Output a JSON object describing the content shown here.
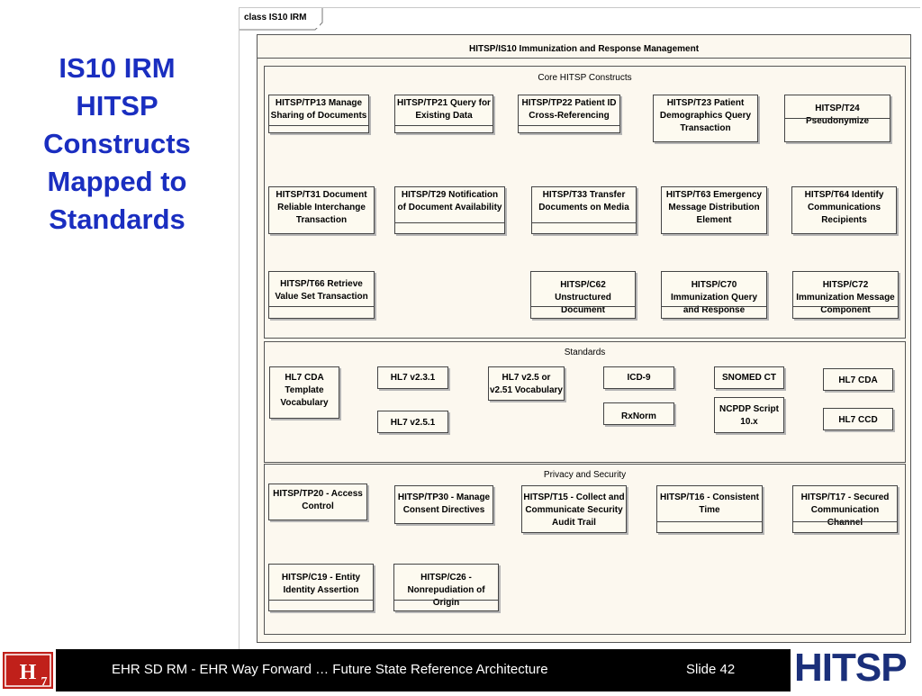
{
  "slide": {
    "title": "IS10 IRM\nHITSP\nConstructs\nMapped to\nStandards",
    "footer": "EHR SD RM - EHR Way Forward  … Future State Reference Architecture",
    "slide_number": "Slide 42",
    "hl7_logo_text": "HL7",
    "hitsp_logo_text": "HITSP"
  },
  "diagram": {
    "tab_label": "class IS10 IRM",
    "outer_title": "HITSP/IS10 Immunization and Response Management",
    "core_title": "Core HITSP Constructs",
    "standards_title": "Standards",
    "privacy_title": "Privacy and Security"
  },
  "classes": {
    "tp13": "HITSP/TP13 Manage Sharing of Documents",
    "tp21": "HITSP/TP21 Query for Existing Data",
    "tp22": "HITSP/TP22 Patient ID Cross-Referencing",
    "t23": "HITSP/T23 Patient Demographics Query Transaction",
    "t24": "HITSP/T24 Pseudonymize",
    "t31": "HITSP/T31 Document Reliable Interchange Transaction",
    "t29": "HITSP/T29 Notification of Document Availability",
    "t33": "HITSP/T33 Transfer Documents on Media",
    "t63": "HITSP/T63 Emergency Message Distribution Element",
    "t64": "HITSP/T64 Identify Communications Recipients",
    "t66": "HITSP/T66 Retrieve Value Set Transaction",
    "c62": "HITSP/C62 Unstructured Document",
    "c70": "HITSP/C70 Immunization Query and Response",
    "c72": "HITSP/C72 Immunization Message Component",
    "hl7_cda_template": "HL7 CDA Template Vocabulary",
    "hl7_v231": "HL7 v2.3.1",
    "hl7_v25": "HL7 v2.5 or v2.51 Vocabulary",
    "icd9": "ICD-9",
    "snomed": "SNOMED CT",
    "hl7_cda": "HL7 CDA",
    "hl7_v251": "HL7 v2.5.1",
    "rxnorm": "RxNorm",
    "ncpdp": "NCPDP Script 10.x",
    "hl7_ccd": "HL7 CCD",
    "tp20": "HITSP/TP20 - Access Control",
    "tp30": "HITSP/TP30 - Manage Consent Directives",
    "t15": "HITSP/T15 - Collect and Communicate Security Audit Trail",
    "t16": "HITSP/T16 - Consistent Time",
    "t17": "HITSP/T17 - Secured Communication Channel",
    "c19": "HITSP/C19 - Entity Identity Assertion",
    "c26": "HITSP/C26 - Nonrepudiation of Origin"
  },
  "colors": {
    "title_blue": "#1a2ec0",
    "package_fill": "#fcf8ef",
    "footer_bg": "#000000",
    "hitsp_blue": "#1a2f7a",
    "hl7_red": "#c0201a"
  }
}
